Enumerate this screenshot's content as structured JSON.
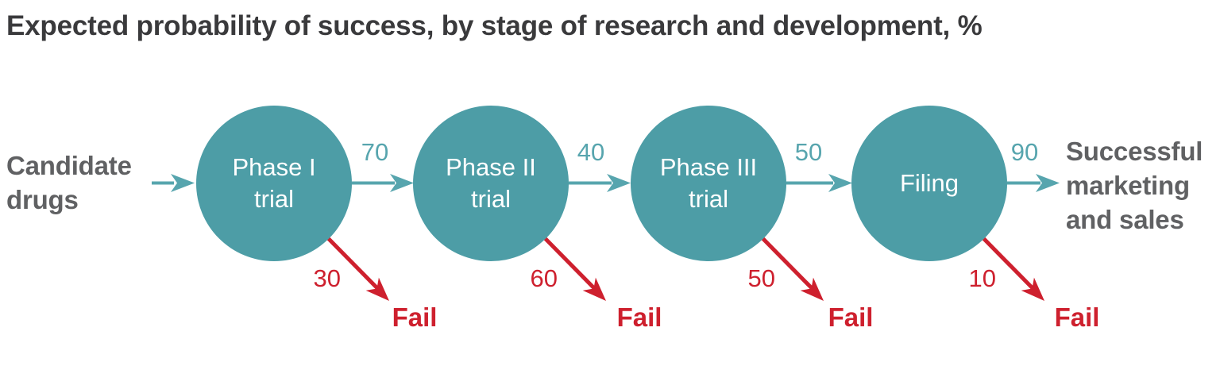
{
  "title": "Expected probability of success, by stage of research and development, %",
  "candidate_label": "Candidate\ndrugs",
  "outcome_label": "Successful\nmarketing\nand sales",
  "stages": [
    {
      "name": "Phase I\ntrial",
      "success_pct": "70",
      "fail_pct": "30",
      "fail_label": "Fail"
    },
    {
      "name": "Phase II\ntrial",
      "success_pct": "40",
      "fail_pct": "60",
      "fail_label": "Fail"
    },
    {
      "name": "Phase III\ntrial",
      "success_pct": "50",
      "fail_pct": "50",
      "fail_label": "Fail"
    },
    {
      "name": "Filing",
      "success_pct": "90",
      "fail_pct": "10",
      "fail_label": "Fail"
    }
  ],
  "colors": {
    "teal": "#4D9DA6",
    "teal_arrow": "#57A5AE",
    "red": "#CE202E",
    "title_gray": "#3A3A3C",
    "label_gray": "#606163"
  }
}
